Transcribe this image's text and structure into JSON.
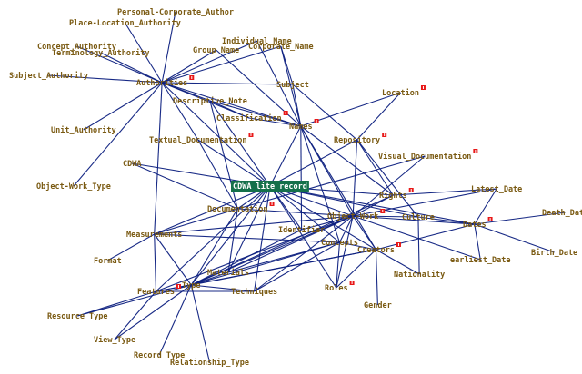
{
  "colors": {
    "edge": "#0b1e7e",
    "label": "#7a5a12",
    "badge": "#e81818",
    "root_bg": "#14704a",
    "root_text": "#ffffff"
  },
  "root_node_id": "cdwa_lite",
  "nodes": [
    {
      "id": "personal_corporate_author",
      "label": "Personal-Corporate_Author",
      "badge": false
    },
    {
      "id": "place_location_authority",
      "label": "Place-Location_Authority",
      "badge": false
    },
    {
      "id": "concept_authority",
      "label": "Concept_Authority",
      "badge": false
    },
    {
      "id": "terminology_authority",
      "label": "Terminology_Authority",
      "badge": false
    },
    {
      "id": "individual_name",
      "label": "Individual_Name",
      "badge": false
    },
    {
      "id": "group_name",
      "label": "Group_Name",
      "badge": false
    },
    {
      "id": "corporate_name",
      "label": "Corporate_Name",
      "badge": false
    },
    {
      "id": "subject_authority",
      "label": "Subject_Authority",
      "badge": false
    },
    {
      "id": "authorities",
      "label": "Authorities",
      "badge": true
    },
    {
      "id": "subject",
      "label": "Subject",
      "badge": false
    },
    {
      "id": "location",
      "label": "Location",
      "badge": true
    },
    {
      "id": "descriptive_note",
      "label": "Descriptive_Note",
      "badge": false
    },
    {
      "id": "classification",
      "label": "Classification",
      "badge": true
    },
    {
      "id": "names",
      "label": "Names",
      "badge": true
    },
    {
      "id": "unit_authority",
      "label": "Unit_Authority",
      "badge": false
    },
    {
      "id": "textual_documentation",
      "label": "Textual_Documentation",
      "badge": true
    },
    {
      "id": "repository",
      "label": "Repository",
      "badge": true
    },
    {
      "id": "visual_documentation",
      "label": "Visual_Documentation",
      "badge": true
    },
    {
      "id": "cdwa",
      "label": "CDWA",
      "badge": false
    },
    {
      "id": "object_work_type",
      "label": "Object-Work_Type",
      "badge": false
    },
    {
      "id": "cdwa_lite",
      "label": "CDWA lite record",
      "badge": false
    },
    {
      "id": "latest_date",
      "label": "Latest_Date",
      "badge": false
    },
    {
      "id": "rights",
      "label": "Rights",
      "badge": true
    },
    {
      "id": "death_date",
      "label": "Death_Date",
      "badge": false
    },
    {
      "id": "documentation",
      "label": "Documentation",
      "badge": true
    },
    {
      "id": "object_work",
      "label": "Object-Work",
      "badge": true
    },
    {
      "id": "culture",
      "label": "Culture",
      "badge": false
    },
    {
      "id": "dates",
      "label": "Dates",
      "badge": true
    },
    {
      "id": "identifier",
      "label": "Identifier",
      "badge": false
    },
    {
      "id": "measurements",
      "label": "Measurements",
      "badge": false
    },
    {
      "id": "concepts",
      "label": "Concepts",
      "badge": false
    },
    {
      "id": "creators",
      "label": "Creators",
      "badge": true
    },
    {
      "id": "birth_date",
      "label": "Birth_Date",
      "badge": false
    },
    {
      "id": "format",
      "label": "Format",
      "badge": false
    },
    {
      "id": "earliest_date",
      "label": "earliest_Date",
      "badge": false
    },
    {
      "id": "materials",
      "label": "Materials",
      "badge": false
    },
    {
      "id": "nationality",
      "label": "Nationality",
      "badge": false
    },
    {
      "id": "type",
      "label": "Type",
      "badge": false
    },
    {
      "id": "features",
      "label": "Features",
      "badge": true
    },
    {
      "id": "techniques",
      "label": "Techniques",
      "badge": false
    },
    {
      "id": "roles",
      "label": "Roles",
      "badge": true
    },
    {
      "id": "gender",
      "label": "Gender",
      "badge": false
    },
    {
      "id": "resource_type",
      "label": "Resource_Type",
      "badge": false
    },
    {
      "id": "view_type",
      "label": "View_Type",
      "badge": false
    },
    {
      "id": "record_type",
      "label": "Record_Type",
      "badge": false
    },
    {
      "id": "relationship_type",
      "label": "Relationship_Type",
      "badge": false
    }
  ],
  "edges": [
    [
      "authorities",
      "personal_corporate_author"
    ],
    [
      "authorities",
      "place_location_authority"
    ],
    [
      "authorities",
      "concept_authority"
    ],
    [
      "authorities",
      "terminology_authority"
    ],
    [
      "authorities",
      "subject_authority"
    ],
    [
      "authorities",
      "group_name"
    ],
    [
      "authorities",
      "individual_name"
    ],
    [
      "authorities",
      "corporate_name"
    ],
    [
      "authorities",
      "subject"
    ],
    [
      "authorities",
      "descriptive_note"
    ],
    [
      "authorities",
      "textual_documentation"
    ],
    [
      "authorities",
      "unit_authority"
    ],
    [
      "authorities",
      "object_work_type"
    ],
    [
      "authorities",
      "names"
    ],
    [
      "authorities",
      "classification"
    ],
    [
      "authorities",
      "cdwa_lite"
    ],
    [
      "authorities",
      "measurements"
    ],
    [
      "group_name",
      "names"
    ],
    [
      "individual_name",
      "names"
    ],
    [
      "corporate_name",
      "names"
    ],
    [
      "corporate_name",
      "subject"
    ],
    [
      "subject",
      "names"
    ],
    [
      "subject",
      "repository"
    ],
    [
      "descriptive_note",
      "classification"
    ],
    [
      "descriptive_note",
      "names"
    ],
    [
      "descriptive_note",
      "documentation"
    ],
    [
      "descriptive_note",
      "cdwa_lite"
    ],
    [
      "classification",
      "names"
    ],
    [
      "names",
      "cdwa_lite"
    ],
    [
      "names",
      "object_work"
    ],
    [
      "names",
      "rights"
    ],
    [
      "names",
      "creators"
    ],
    [
      "names",
      "concepts"
    ],
    [
      "names",
      "identifier"
    ],
    [
      "location",
      "repository"
    ],
    [
      "location",
      "names"
    ],
    [
      "repository",
      "cdwa_lite"
    ],
    [
      "repository",
      "object_work"
    ],
    [
      "repository",
      "rights"
    ],
    [
      "repository",
      "culture"
    ],
    [
      "textual_documentation",
      "documentation"
    ],
    [
      "textual_documentation",
      "cdwa_lite"
    ],
    [
      "visual_documentation",
      "documentation"
    ],
    [
      "visual_documentation",
      "object_work"
    ],
    [
      "cdwa",
      "cdwa_lite"
    ],
    [
      "cdwa",
      "documentation"
    ],
    [
      "cdwa_lite",
      "documentation"
    ],
    [
      "cdwa_lite",
      "object_work"
    ],
    [
      "cdwa_lite",
      "rights"
    ],
    [
      "cdwa_lite",
      "concepts"
    ],
    [
      "cdwa_lite",
      "creators"
    ],
    [
      "cdwa_lite",
      "identifier"
    ],
    [
      "cdwa_lite",
      "measurements"
    ],
    [
      "cdwa_lite",
      "materials"
    ],
    [
      "cdwa_lite",
      "techniques"
    ],
    [
      "cdwa_lite",
      "culture"
    ],
    [
      "cdwa_lite",
      "dates"
    ],
    [
      "cdwa_lite",
      "type"
    ],
    [
      "cdwa_lite",
      "features"
    ],
    [
      "cdwa_lite",
      "roles"
    ],
    [
      "object_work",
      "rights"
    ],
    [
      "object_work",
      "culture"
    ],
    [
      "object_work",
      "dates"
    ],
    [
      "object_work",
      "concepts"
    ],
    [
      "object_work",
      "creators"
    ],
    [
      "object_work",
      "identifier"
    ],
    [
      "object_work",
      "measurements"
    ],
    [
      "object_work",
      "materials"
    ],
    [
      "object_work",
      "techniques"
    ],
    [
      "object_work",
      "type"
    ],
    [
      "object_work",
      "features"
    ],
    [
      "object_work",
      "earliest_date"
    ],
    [
      "object_work",
      "latest_date"
    ],
    [
      "rights",
      "type"
    ],
    [
      "rights",
      "latest_date"
    ],
    [
      "documentation",
      "measurements"
    ],
    [
      "documentation",
      "type"
    ],
    [
      "documentation",
      "materials"
    ],
    [
      "documentation",
      "object_work"
    ],
    [
      "culture",
      "dates"
    ],
    [
      "culture",
      "nationality"
    ],
    [
      "dates",
      "latest_date"
    ],
    [
      "dates",
      "death_date"
    ],
    [
      "dates",
      "birth_date"
    ],
    [
      "dates",
      "earliest_date"
    ],
    [
      "dates",
      "creators"
    ],
    [
      "concepts",
      "type"
    ],
    [
      "concepts",
      "creators"
    ],
    [
      "concepts",
      "roles"
    ],
    [
      "creators",
      "roles"
    ],
    [
      "creators",
      "gender"
    ],
    [
      "creators",
      "nationality"
    ],
    [
      "creators",
      "type"
    ],
    [
      "creators",
      "features"
    ],
    [
      "identifier",
      "type"
    ],
    [
      "measurements",
      "format"
    ],
    [
      "measurements",
      "type"
    ],
    [
      "measurements",
      "features"
    ],
    [
      "measurements",
      "concepts"
    ],
    [
      "type",
      "features"
    ],
    [
      "type",
      "resource_type"
    ],
    [
      "type",
      "view_type"
    ],
    [
      "type",
      "record_type"
    ],
    [
      "type",
      "relationship_type"
    ],
    [
      "type",
      "materials"
    ],
    [
      "type",
      "techniques"
    ],
    [
      "features",
      "resource_type"
    ],
    [
      "features",
      "view_type"
    ],
    [
      "features",
      "techniques"
    ],
    [
      "materials",
      "concepts"
    ],
    [
      "techniques",
      "concepts"
    ],
    [
      "roles",
      "object_work"
    ]
  ]
}
